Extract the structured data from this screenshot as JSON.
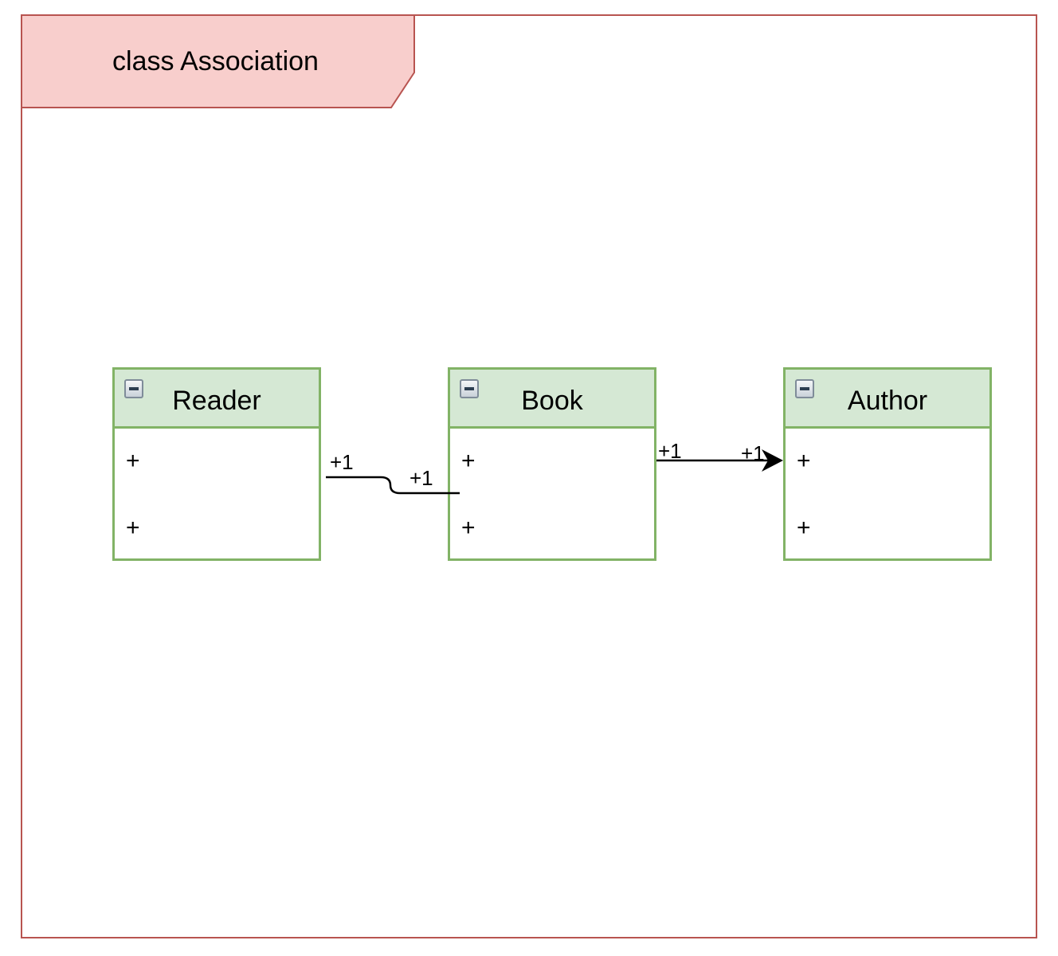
{
  "frame": {
    "title": "class Association",
    "border_color": "#b85450",
    "tab_fill": "#f8cecc"
  },
  "classes": [
    {
      "id": "reader",
      "name": "Reader",
      "attributes": [
        "+",
        "+"
      ]
    },
    {
      "id": "book",
      "name": "Book",
      "attributes": [
        "+",
        "+"
      ]
    },
    {
      "id": "author",
      "name": "Author",
      "attributes": [
        "+",
        "+"
      ]
    }
  ],
  "class_style": {
    "header_fill": "#d5e8d4",
    "border_color": "#82b366",
    "collapse_icon": "minus-square-icon"
  },
  "associations": [
    {
      "from": "Reader",
      "to": "Book",
      "source_multiplicity": "+1",
      "target_multiplicity": "+1",
      "navigable": false
    },
    {
      "from": "Book",
      "to": "Author",
      "source_multiplicity": "+1",
      "target_multiplicity": "+1",
      "navigable": true,
      "arrowhead": "arrow-icon"
    }
  ]
}
